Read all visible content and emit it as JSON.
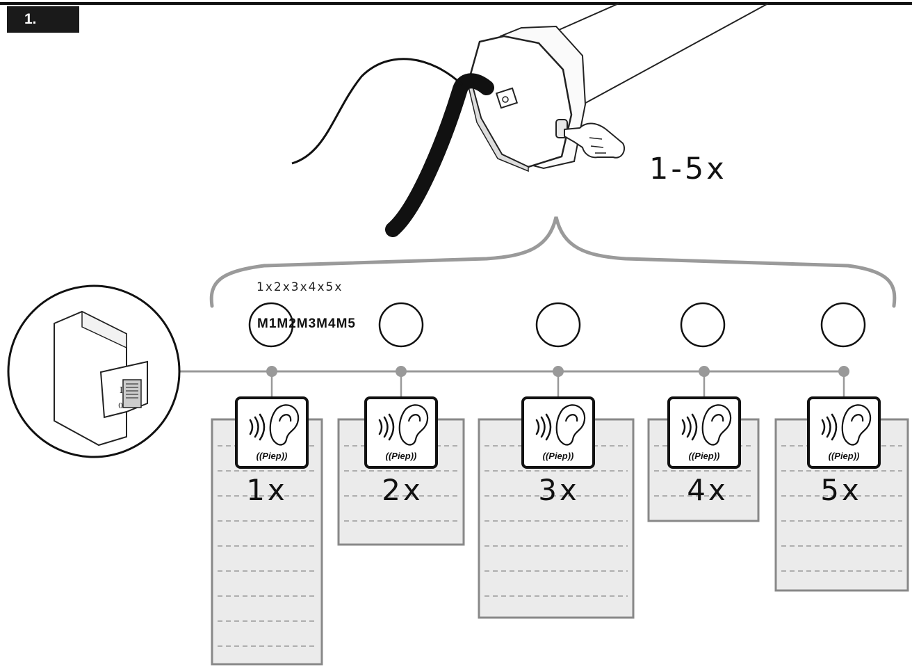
{
  "step": {
    "label": "1."
  },
  "press": {
    "count": "1-5x",
    "sequence": "1x2x3x4x5x"
  },
  "motors": {
    "sequence": "M1M2M3M4M5"
  },
  "beep": {
    "label": "Piep"
  },
  "feedback": [
    {
      "count": "1x"
    },
    {
      "count": "2x"
    },
    {
      "count": "3x"
    },
    {
      "count": "4x"
    },
    {
      "count": "5x"
    }
  ],
  "colors": {
    "line": "#999999",
    "blind": "#ebebeb",
    "ink": "#111111",
    "badge": "#1a1a1a"
  }
}
